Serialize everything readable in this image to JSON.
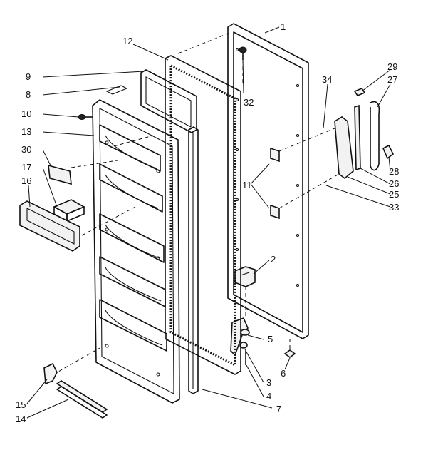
{
  "diagram": {
    "callouts": [
      "1",
      "2",
      "3",
      "4",
      "5",
      "6",
      "7",
      "8",
      "9",
      "10",
      "11",
      "12",
      "13",
      "14",
      "15",
      "16",
      "17",
      "25",
      "26",
      "27",
      "28",
      "29",
      "30",
      "32",
      "33",
      "34"
    ]
  }
}
